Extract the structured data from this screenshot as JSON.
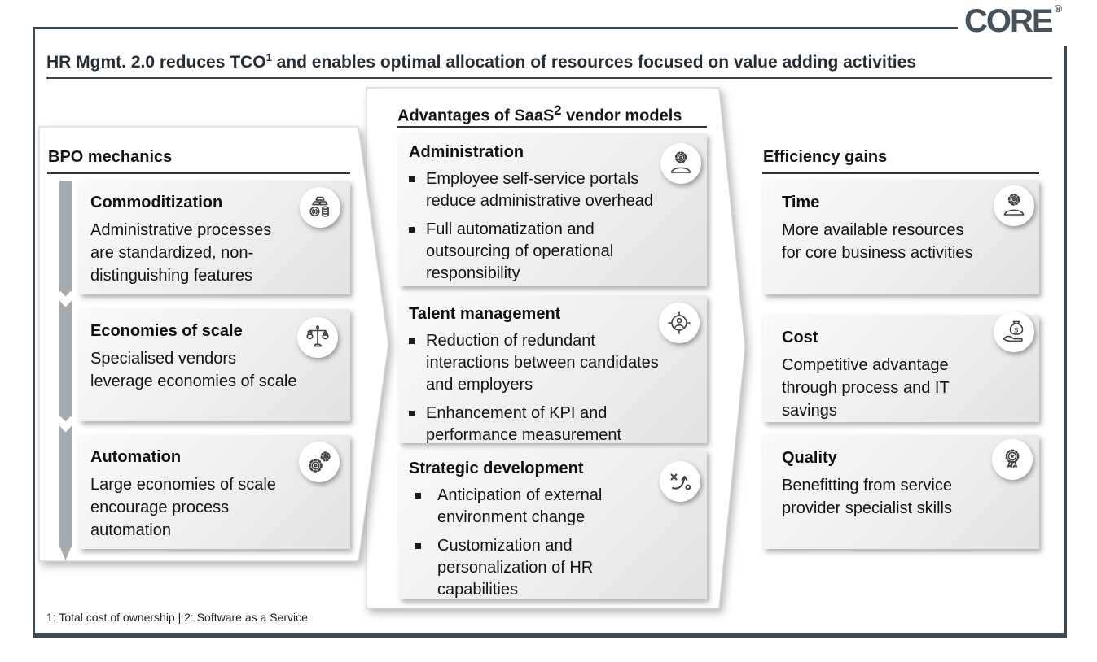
{
  "brand": {
    "logo_text": "CORE",
    "registered_mark": "®"
  },
  "title": {
    "prefix": "HR Mgmt. 2.0 reduces TCO",
    "superscript": "1",
    "suffix": " and enables optimal allocation of resources focused on value adding activities"
  },
  "columns": {
    "left": {
      "header": "BPO mechanics",
      "cards": [
        {
          "title": "Commoditization",
          "icon": "commodity-money-icon",
          "body": "Administrative processes\nare standardized, non-\ndistinguishing features"
        },
        {
          "title": "Economies of scale",
          "icon": "balance-scale-icon",
          "body": "Specialised vendors\nleverage economies of scale"
        },
        {
          "title": "Automation",
          "icon": "gears-icon",
          "body": "Large economies of scale\nencourage process\nautomation"
        }
      ]
    },
    "middle": {
      "header": {
        "prefix": "Advantages of SaaS",
        "superscript": "2",
        "suffix": " vendor models"
      },
      "cards": [
        {
          "title": "Administration",
          "icon": "user-gear-icon",
          "bullets": [
            "Employee self-service portals\nreduce administrative overhead",
            "Full automatization and\noutsourcing of operational\nresponsibility"
          ]
        },
        {
          "title": "Talent management",
          "icon": "user-target-icon",
          "bullets": [
            "Reduction of redundant\ninteractions between candidates\nand employers",
            "Enhancement of KPI and\nperformance measurement"
          ]
        },
        {
          "title": "Strategic development",
          "icon": "strategy-icon",
          "bullets": [
            "Anticipation of external\nenvironment change",
            "Customization and\npersonalization of HR\ncapabilities"
          ]
        }
      ]
    },
    "right": {
      "header": "Efficiency gains",
      "cards": [
        {
          "title": "Time",
          "icon": "user-gear-icon",
          "body": "More available resources\nfor core business activities"
        },
        {
          "title": "Cost",
          "icon": "money-bag-hand-icon",
          "body": "Competitive advantage\nthrough process and IT\nsavings"
        },
        {
          "title": "Quality",
          "icon": "award-ribbon-icon",
          "body": "Benefitting from service\nprovider specialist skills"
        }
      ]
    }
  },
  "footnote": "1: Total cost of ownership | 2: Software as a Service",
  "colors": {
    "frame": "#3E4850",
    "logo": "#47515A",
    "process_bar": "#A5AAAF",
    "text": "#14171A"
  }
}
